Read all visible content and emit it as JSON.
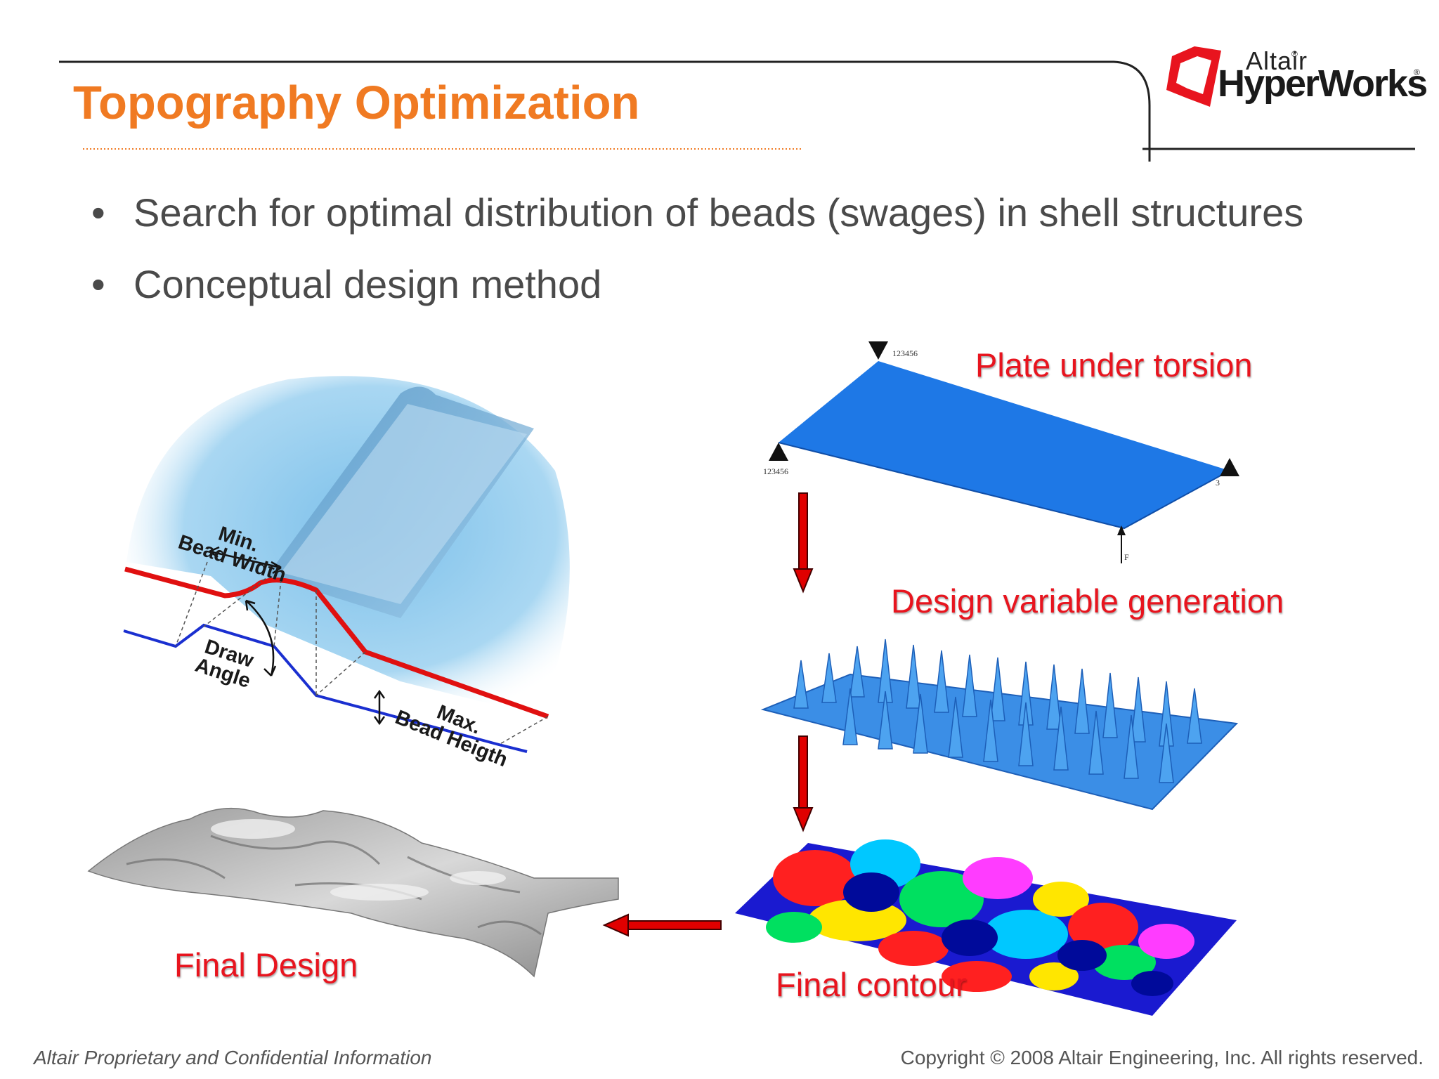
{
  "slide": {
    "title": "Topography Optimization",
    "bullets": [
      "Search for optimal distribution of beads (swages) in shell structures",
      "Conceptual design method"
    ],
    "bullet_symbol": "•"
  },
  "logo": {
    "small_text": "Altair",
    "big_text": "HyperWorks",
    "registered": "®",
    "brand_color": "#e8141e",
    "icon": "altair-logo-icon"
  },
  "bead_diagram": {
    "min_width_line1": "Min.",
    "min_width_line2": "Bead Width",
    "draw_angle_line1": "Draw",
    "draw_angle_line2": "Angle",
    "max_height_line1": "Max.",
    "max_height_line2": "Bead Heigth"
  },
  "workflow": {
    "plate_label": "Plate under torsion",
    "design_variable_label": "Design variable generation",
    "final_contour_label": "Final contour",
    "final_design_label": "Final Design",
    "constraint_top": "123456",
    "constraint_left": "123456",
    "constraint_right": "3",
    "force_label": "F"
  },
  "footer": {
    "left": "Altair Proprietary and Confidential Information",
    "right": "Copyright © 2008 Altair Engineering, Inc. All rights reserved."
  },
  "colors": {
    "title": "#f07a22",
    "label_red": "#e8141e",
    "plate_blue": "#1e78e6",
    "arrow_red": "#e00000"
  }
}
